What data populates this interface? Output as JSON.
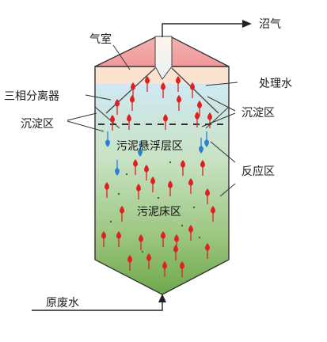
{
  "labels": {
    "biogas": "沼气",
    "gas_chamber": "气室",
    "three_phase_separator": "三相分离器",
    "treated_water": "处理水",
    "settling_zone_left": "沉淀区",
    "settling_zone_right": "沉淀区",
    "sludge_suspended_layer": "污泥悬浮层区",
    "reaction_zone": "反应区",
    "sludge_bed_zone": "污泥床区",
    "raw_wastewater": "原废水"
  },
  "colors": {
    "roof": "#f2a3a3",
    "gas_chamber": "#fbe3cf",
    "water_top": "#cfe8f3",
    "water_mid": "#c7ddb8",
    "water_bottom": "#6ea84a",
    "rising_particle": "#e02020",
    "settling_particle": "#2a7fd6"
  }
}
